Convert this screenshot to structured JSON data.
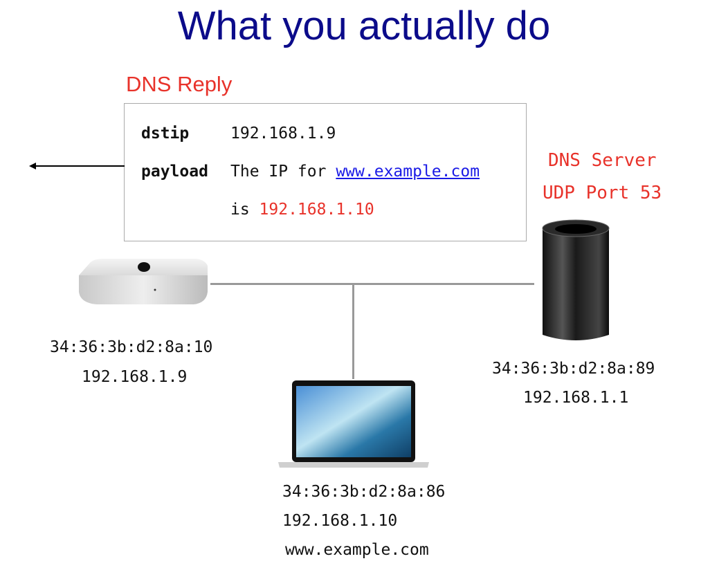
{
  "title": "What you actually do",
  "reply": {
    "label": "DNS Reply",
    "dstip_key": "dstip",
    "dstip_val": "192.168.1.9",
    "payload_key": "payload",
    "payload_text": "The IP for ",
    "payload_link": "www.example.com",
    "is_text": "is ",
    "is_ip": "192.168.1.10"
  },
  "server": {
    "line1": "DNS Server",
    "line2": "UDP Port 53",
    "mac": "34:36:3b:d2:8a:89",
    "ip": "192.168.1.1"
  },
  "client": {
    "mac": "34:36:3b:d2:8a:10",
    "ip": "192.168.1.9"
  },
  "laptop": {
    "mac": "34:36:3b:d2:8a:86",
    "ip": "192.168.1.10",
    "host": "www.example.com"
  },
  "colors": {
    "title": "#0b0b8a",
    "accent": "#e8322a",
    "link": "#1a1ae6"
  }
}
